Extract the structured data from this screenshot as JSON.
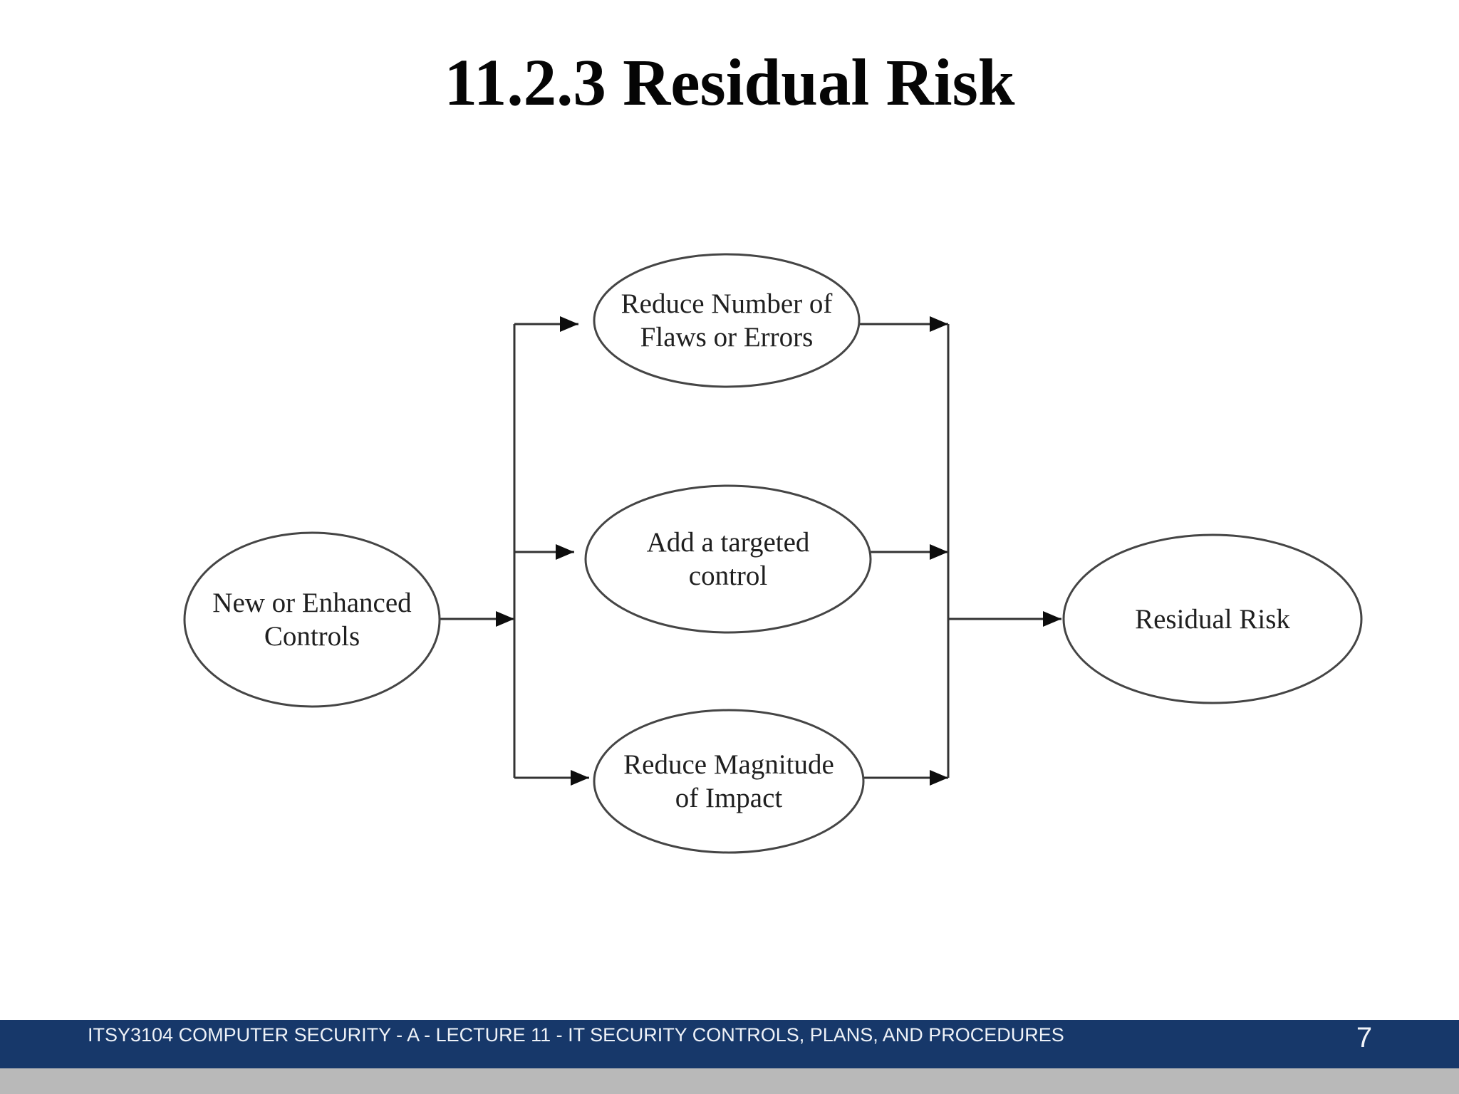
{
  "slide": {
    "title": "11.2.3 Residual Risk"
  },
  "diagram": {
    "nodes": {
      "new_or_enhanced_controls": {
        "line1": "New or Enhanced",
        "line2": "Controls"
      },
      "reduce_flaws": {
        "line1": "Reduce Number of",
        "line2": "Flaws or Errors"
      },
      "add_control": {
        "line1": "Add a targeted",
        "line2": "control"
      },
      "reduce_magnitude": {
        "line1": "Reduce Magnitude",
        "line2": "of Impact"
      },
      "residual_risk": {
        "line1": "Residual Risk",
        "line2": ""
      }
    },
    "edges": [
      {
        "from": "New or Enhanced Controls",
        "to": "Reduce Number of Flaws or Errors"
      },
      {
        "from": "New or Enhanced Controls",
        "to": "Add a targeted control"
      },
      {
        "from": "New or Enhanced Controls",
        "to": "Reduce Magnitude of Impact"
      },
      {
        "from": "Reduce Number of Flaws or Errors",
        "to": "Residual Risk"
      },
      {
        "from": "Add a targeted control",
        "to": "Residual Risk"
      },
      {
        "from": "Reduce Magnitude of Impact",
        "to": "Residual Risk"
      }
    ]
  },
  "footer": {
    "text": "ITSY3104 COMPUTER SECURITY - A - LECTURE 11 - IT SECURITY CONTROLS, PLANS, AND PROCEDURES",
    "page_number": "7"
  },
  "colors": {
    "navy": "#17386a",
    "gray": "#b9b9b9",
    "stroke": "#454545",
    "line": "#333333",
    "arrow": "#0d0d0d"
  }
}
